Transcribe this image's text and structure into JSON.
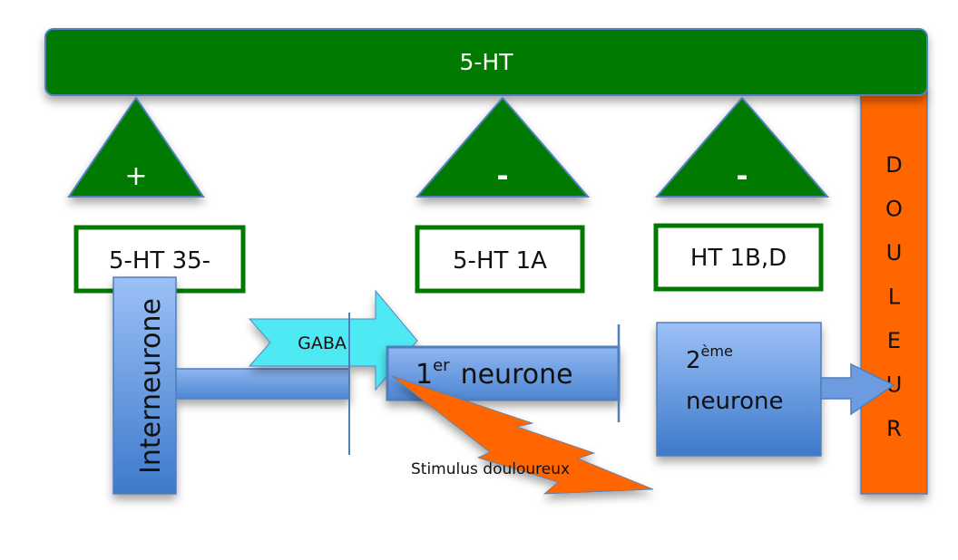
{
  "top_bar": {
    "label": "5-HT"
  },
  "triangles": [
    {
      "sign": "+"
    },
    {
      "sign": "-"
    },
    {
      "sign": "-"
    }
  ],
  "receptors": [
    {
      "label": "5-HT 35-"
    },
    {
      "label": "5-HT 1A"
    },
    {
      "label": "HT 1B,D"
    }
  ],
  "interneurone": {
    "label": "Interneurone"
  },
  "gaba": {
    "label": "GABA"
  },
  "first_neuron": {
    "number": "1",
    "superscript": "er",
    "label": "neurone"
  },
  "second_neuron": {
    "number": "2",
    "superscript": "ème",
    "label": "neurone"
  },
  "stimulus": {
    "label": "Stimulus douloureux"
  },
  "pain_bar": {
    "letters": [
      "D",
      "O",
      "U",
      "L",
      "E",
      "U",
      "R"
    ]
  },
  "colors": {
    "green": "#007a00",
    "green_border": "#4f81bd",
    "orange": "#ff6600",
    "cyan": "#44e6ef",
    "blue_light": "#9cbff5",
    "blue_dark": "#3e7bcb",
    "line_blue": "#4f7fbd"
  }
}
